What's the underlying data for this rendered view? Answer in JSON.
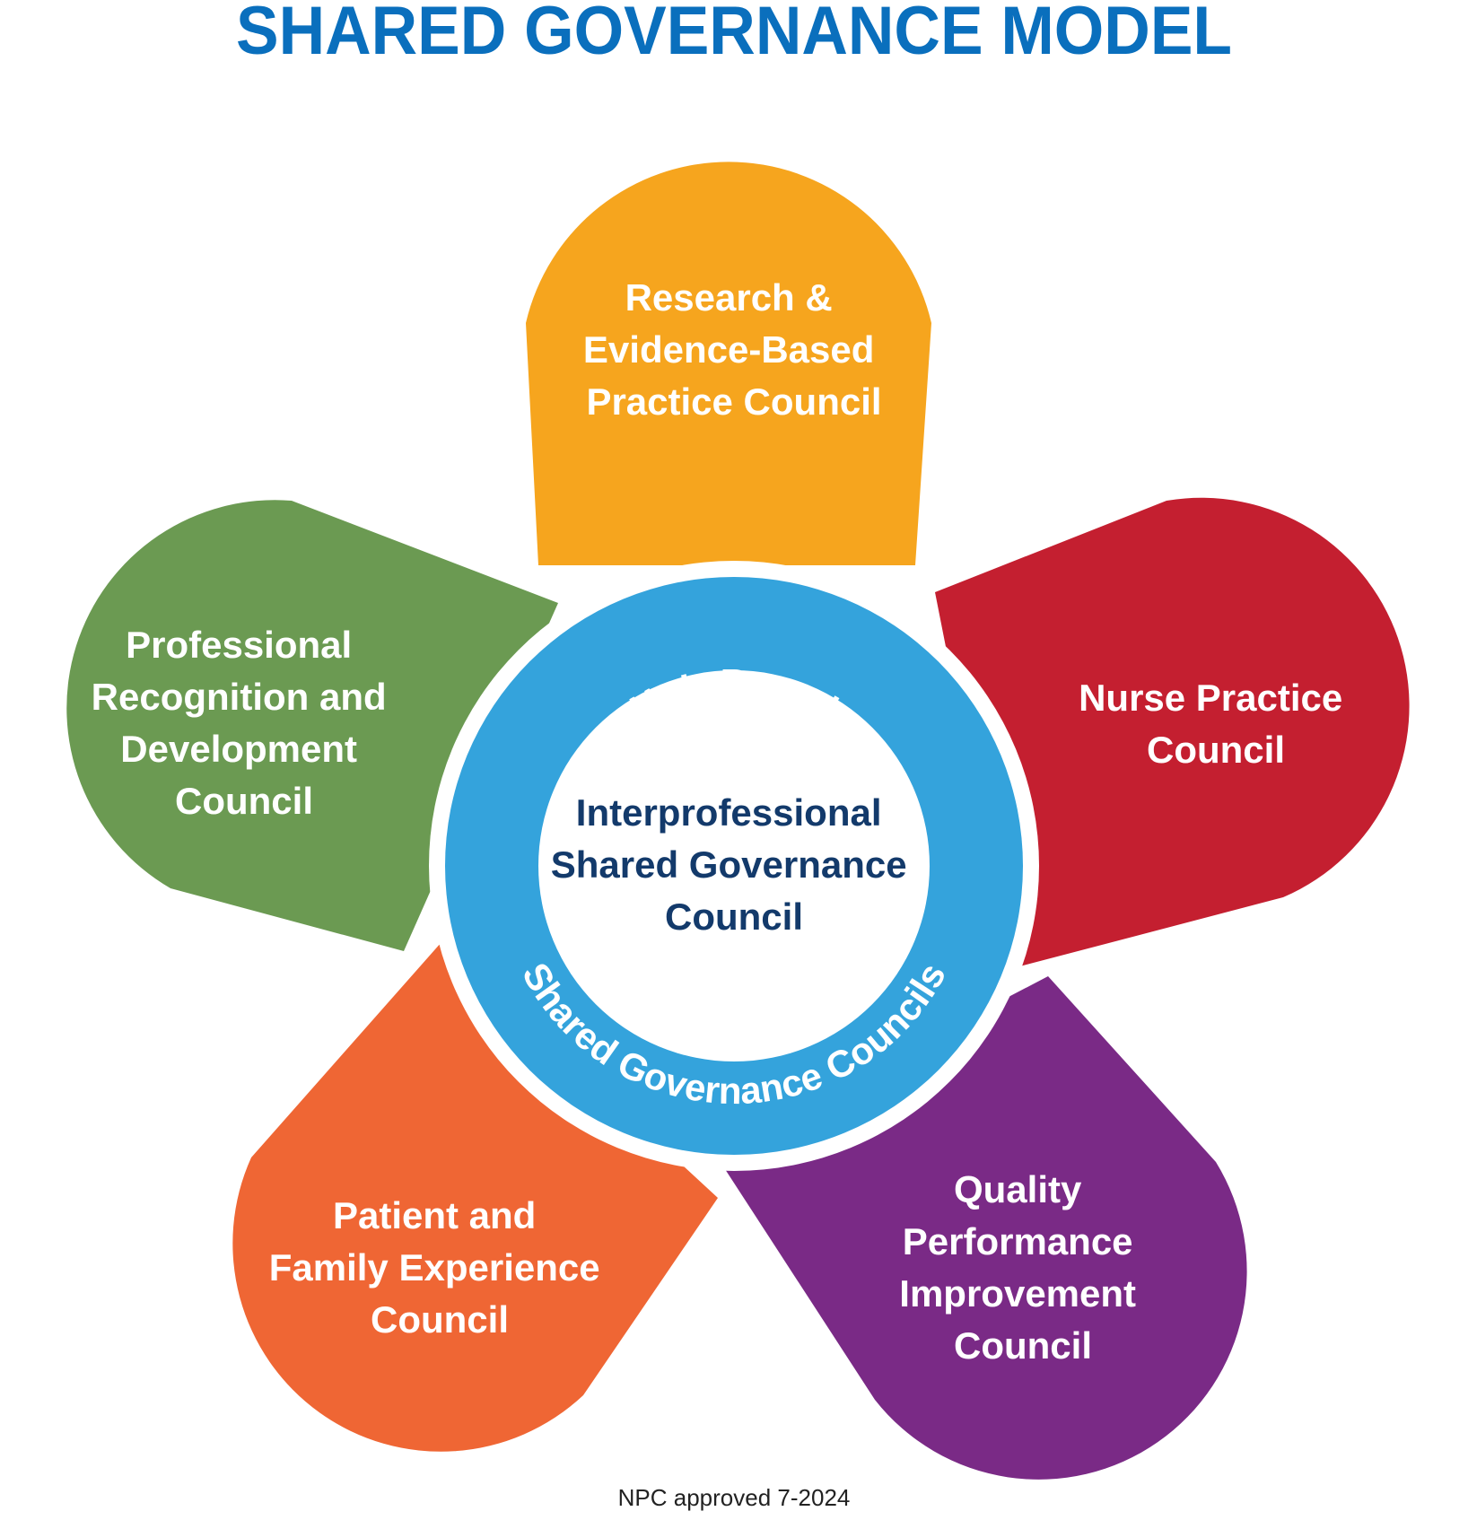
{
  "title": "SHARED GOVERNANCE MODEL",
  "center": {
    "lines": [
      "Interprofessional",
      "Shared Governance",
      "Council"
    ]
  },
  "ring": {
    "top_text": "Unit-Based",
    "bottom_text": "Shared Governance Councils",
    "color": "#34a3dc"
  },
  "petals": [
    {
      "id": "research",
      "lines": [
        "Research &",
        "Evidence-Based",
        "Practice Council"
      ],
      "color": "#f6a51e"
    },
    {
      "id": "nurse-practice",
      "lines": [
        "Nurse Practice",
        "Council"
      ],
      "color": "#c41f30"
    },
    {
      "id": "quality",
      "lines": [
        "Quality",
        "Performance",
        "Improvement",
        "Council"
      ],
      "color": "#7a2a86"
    },
    {
      "id": "patient-family",
      "lines": [
        "Patient and",
        "Family Experience",
        "Council"
      ],
      "color": "#ef6634"
    },
    {
      "id": "professional-recognition",
      "lines": [
        "Professional",
        "Recognition and",
        "Development",
        "Council"
      ],
      "color": "#6b9a52"
    }
  ],
  "footnote": "NPC approved 7-2024"
}
